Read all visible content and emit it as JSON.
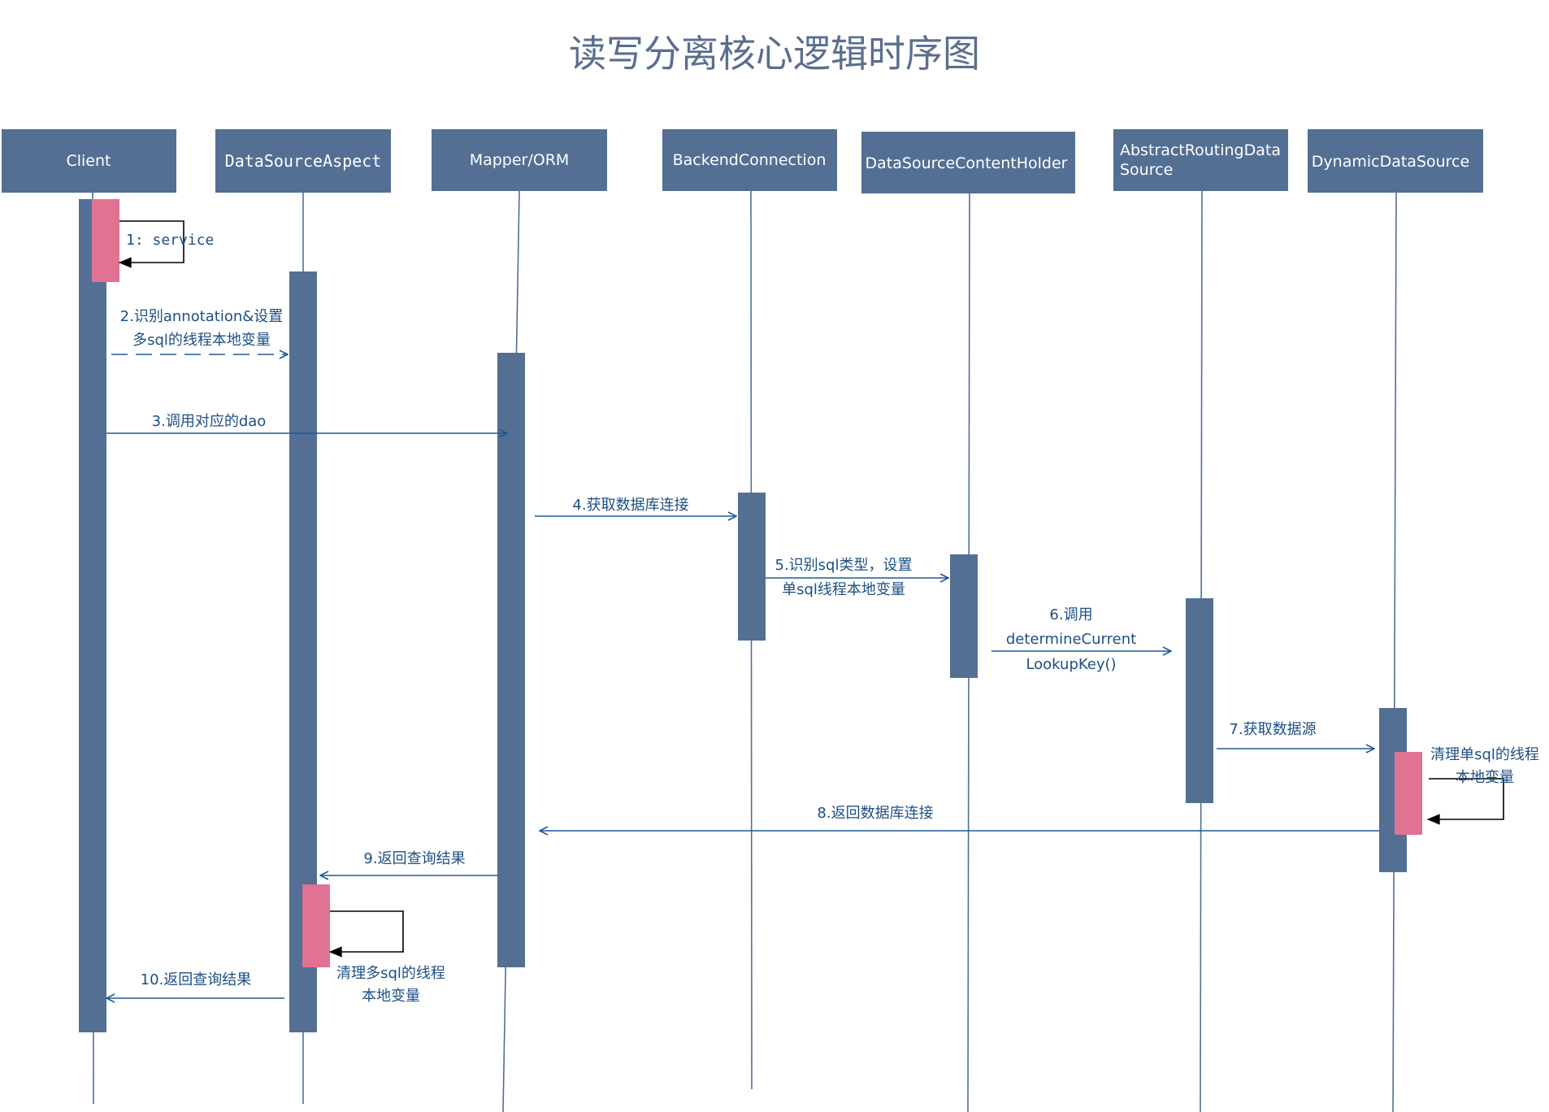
{
  "title": "读写分离核心逻辑时序图",
  "participants": {
    "client": "Client",
    "aspect": "DataSourceAspect",
    "mapper": "Mapper/ORM",
    "backend": "BackendConnection",
    "holder": "DataSourceContentHolder",
    "routing_line1": "AbstractRoutingData",
    "routing_line2": "Source",
    "dynamic": "DynamicDataSource"
  },
  "messages": {
    "m1": "1: service",
    "m2_line1": "2.识别annotation&设置",
    "m2_line2": "多sql的线程本地变量",
    "m3": "3.调用对应的dao",
    "m4": "4.获取数据库连接",
    "m5_line1": "5.识别sql类型，设置",
    "m5_line2": "单sql线程本地变量",
    "m6_line1": "6.调用",
    "m6_line2": "determineCurrent",
    "m6_line3": "LookupKey()",
    "m7": "7.获取数据源",
    "self_dynamic_line1": "清理单sql的线程",
    "self_dynamic_line2": "本地变量",
    "m8": "8.返回数据库连接",
    "m9": "9.返回查询结果",
    "self_aspect_line1": "清理多sql的线程",
    "self_aspect_line2": "本地变量",
    "m10": "10.返回查询结果"
  },
  "colors": {
    "header": "#536f94",
    "activation": "#536f94",
    "self_call": "#e07292",
    "message": "#1e5a96",
    "title": "#5b6e8f"
  }
}
